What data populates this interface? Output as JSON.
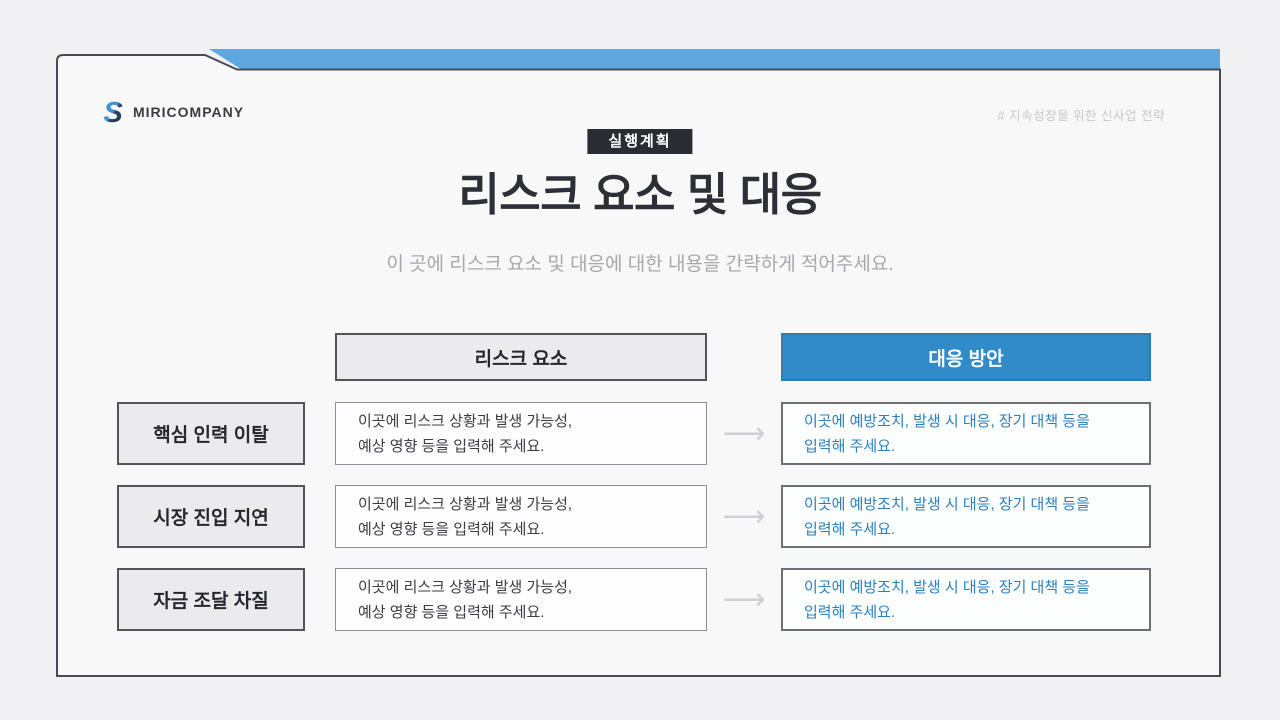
{
  "brand": {
    "name": "MIRICOMPANY",
    "logo_icon": "two-tone S mark",
    "logo_light_color": "#4292d4",
    "logo_dark_color": "#27405e"
  },
  "header": {
    "hashtag": "# 지속성장을 위한 신사업 전략",
    "badge": "실행계획",
    "title": "리스크 요소 및 대응",
    "subtitle": "이 곳에 리스크 요소 및 대응에 대한 내용을 간략하게 적어주세요."
  },
  "table": {
    "risk_header": "리스크 요소",
    "response_header": "대응 방안",
    "arrow_icon": "⟶",
    "rows": [
      {
        "label": "핵심 인력 이탈",
        "risk": "이곳에 리스크 상황과 발생 가능성,\n예상 영향 등을 입력해 주세요.",
        "response": "이곳에 예방조치, 발생 시 대응, 장기 대책 등을\n입력해 주세요."
      },
      {
        "label": "시장 진입 지연",
        "risk": "이곳에 리스크 상황과 발생 가능성,\n예상 영향 등을 입력해 주세요.",
        "response": "이곳에 예방조치, 발생 시 대응, 장기 대책 등을\n입력해 주세요."
      },
      {
        "label": "자금 조달 차질",
        "risk": "이곳에 리스크 상황과 발생 가능성,\n예상 영향 등을 입력해 주세요.",
        "response": "이곳에 예방조치, 발생 시 대응, 장기 대책 등을\n입력해 주세요."
      }
    ]
  },
  "colors": {
    "accent_bar_blue": "#5fa7e0",
    "header_blue": "#318bc8",
    "response_text_blue": "#2c80c0",
    "frame_border": "#4a4a52",
    "page_background": "#f1f1f3"
  }
}
